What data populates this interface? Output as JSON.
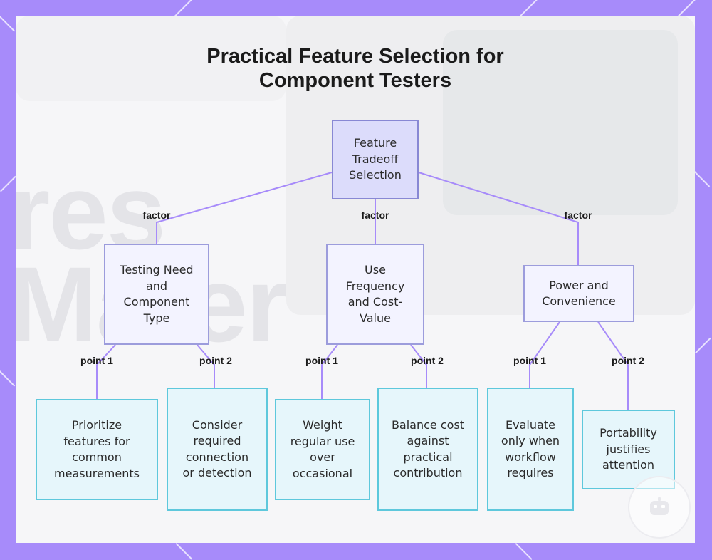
{
  "title": {
    "line1": "Practical Feature Selection for",
    "line2": "Component Testers"
  },
  "nodes": {
    "root": "Feature Tradeoff Selection",
    "testing": "Testing Need and Component Type",
    "usefreq": "Use Frequency and Cost-Value",
    "power": "Power and Convenience",
    "prioritize": "Prioritize features for common measurements",
    "consider": "Consider required connection or detection",
    "weight": "Weight regular use over occasional",
    "balance": "Balance cost against practical contribution",
    "evaluate": "Evaluate only when workflow requires",
    "portability": "Portability justifies attention"
  },
  "edge_labels": {
    "factor1": "factor",
    "factor2": "factor",
    "factor3": "factor",
    "t_p1": "point 1",
    "t_p2": "point 2",
    "u_p1": "point 1",
    "u_p2": "point 2",
    "p_p1": "point 1",
    "p_p2": "point 2"
  },
  "background_text": {
    "word1": "res",
    "word2": "Mater"
  },
  "colors": {
    "frame": "#a78bfa",
    "root_fill": "#dcdcfb",
    "mid_fill": "#f3f3ff",
    "leaf_fill": "#e6f6fb",
    "leaf_border": "#5ec8dc",
    "connector": "#a78bfa"
  },
  "icons": {
    "badge": "robot-icon"
  }
}
